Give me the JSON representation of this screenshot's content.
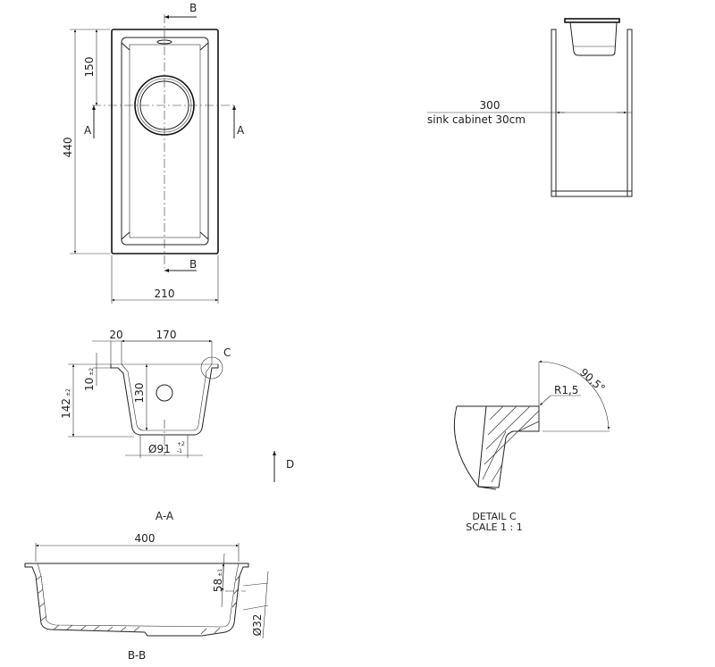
{
  "top_view": {
    "section_a": "A",
    "section_b": "B",
    "dim_length": "440",
    "dim_drain_offset": "150",
    "dim_width": "210"
  },
  "cabinet_view": {
    "dim_cabinet": "300",
    "cabinet_label": "sink cabinet 30cm"
  },
  "section_aa": {
    "title": "A-A",
    "dim_rim": "20",
    "dim_bowl_width": "170",
    "dim_rim_height": "10",
    "dim_rim_height_tol": "±2",
    "dim_total_height": "142",
    "dim_total_height_tol": "±2",
    "dim_bowl_depth": "130",
    "dim_drain_dia": "Ø91",
    "dim_drain_tol_plus": "+2",
    "dim_drain_tol_minus": "-1",
    "detail_marker": "C",
    "view_marker": "D"
  },
  "detail_c": {
    "title": "DETAIL C",
    "scale": "SCALE 1 : 1",
    "radius": "R1,5",
    "angle": "90,5°"
  },
  "section_bb": {
    "title": "B-B",
    "dim_length": "400",
    "dim_overflow_height": "58",
    "dim_overflow_tol": "±1",
    "dim_overflow_dia": "Ø32"
  }
}
